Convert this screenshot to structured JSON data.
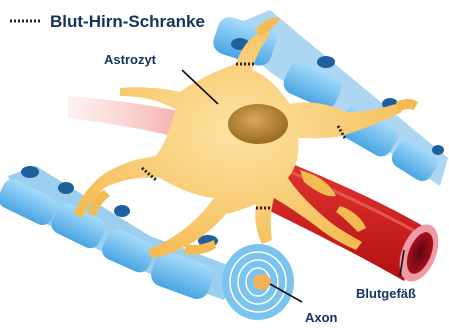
{
  "legend": {
    "marker": "dotted-line",
    "label": "Blut-Hirn-Schranke"
  },
  "labels": {
    "astrocyte": "Astrozyt",
    "axon": "Axon",
    "blood_vessel": "Blutgefäß"
  },
  "colors": {
    "label_text": "#16335e",
    "astrocyte": "#f6c15a",
    "nucleus": "#b5853a",
    "blood_vessel": "#cc1a1a",
    "vessel_lumen": "#9b0d1a",
    "myelin": "#5fb3e8",
    "schwann_nucleus": "#1e5f9e",
    "axon_core": "#f3b25a",
    "barrier_dots": "#222222"
  }
}
